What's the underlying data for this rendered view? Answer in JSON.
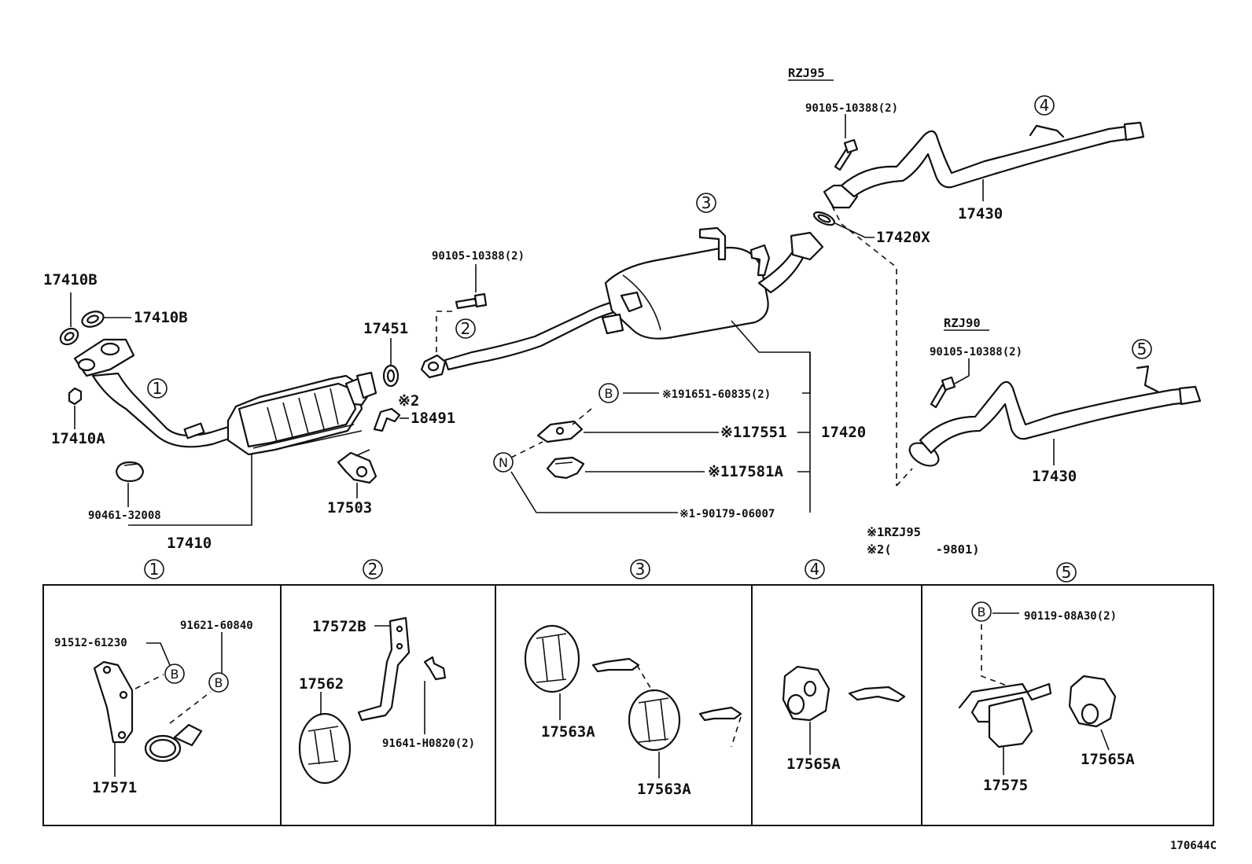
{
  "diagram_id": "170644C",
  "variants": {
    "upper": "RZJ95",
    "lower": "RZJ90"
  },
  "circled_refs": [
    "1",
    "2",
    "3",
    "4",
    "5"
  ],
  "letter_refs": {
    "bolt": "B",
    "nut": "N"
  },
  "parts": {
    "p17410B_top": "17410B",
    "p17410B_right": "17410B",
    "p17410A": "17410A",
    "p90461": "90461-32008",
    "p17410": "17410",
    "p17451": "17451",
    "p18491": "18491",
    "p17503": "17503",
    "note2_mark": "※2",
    "p90105_mid": "90105-10388(2)",
    "p91651": "※191651-60835(2)",
    "p17551": "※117551",
    "p17420": "17420",
    "p17581A": "※117581A",
    "p90179": "※1-90179-06007",
    "p90105_top": "90105-10388(2)",
    "p17420X": "17420X",
    "p17430_top": "17430",
    "p90105_low": "90105-10388(2)",
    "p17430_low": "17430"
  },
  "notes": {
    "note1": "※1RZJ95",
    "note2": "※2(      -9801)"
  },
  "panels": {
    "p1": {
      "a": "91512-61230",
      "b": "91621-60840",
      "c": "17571"
    },
    "p2": {
      "a": "17572B",
      "b": "17562",
      "c": "91641-H0820(2)"
    },
    "p3": {
      "a": "17563A",
      "b": "17563A"
    },
    "p4": {
      "a": "17565A"
    },
    "p5": {
      "a": "90119-08A30(2)",
      "b": "17575",
      "c": "17565A"
    }
  }
}
